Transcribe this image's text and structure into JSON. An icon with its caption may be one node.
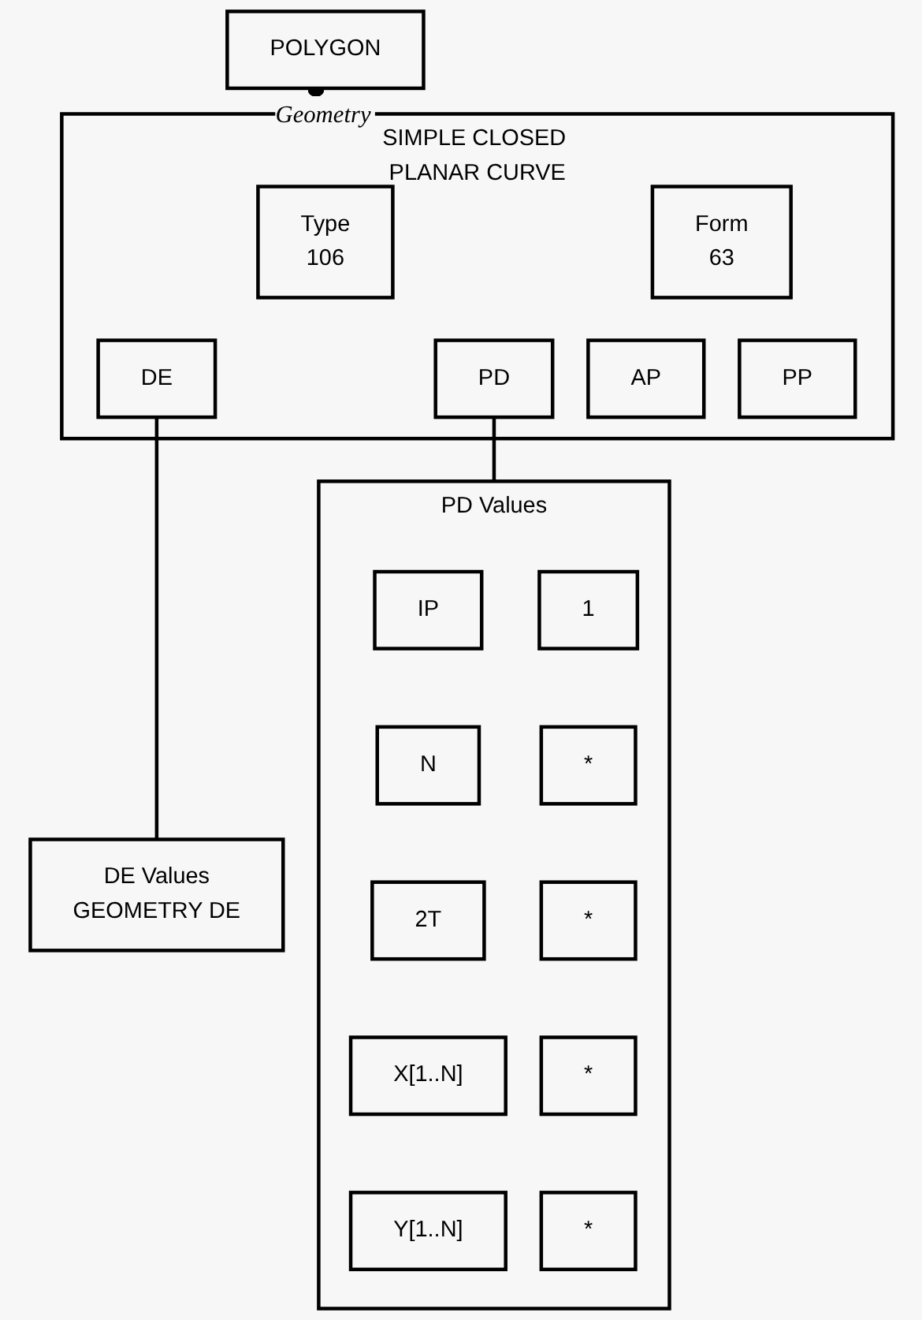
{
  "diagram": {
    "nodes": [
      {
        "text": [
          "POLYGON"
        ]
      },
      {
        "text": [
          "SIMPLE CLOSED PLANAR CURVE"
        ]
      },
      {
        "text": [
          "Type",
          "106"
        ],
        "in": 1
      },
      {
        "text": [
          "Form",
          "63"
        ],
        "in": 1
      },
      {
        "text": [
          "DE"
        ],
        "in": 1
      },
      {
        "text": [
          "PD"
        ],
        "in": 1
      },
      {
        "text": [
          "AP"
        ],
        "in": 1
      },
      {
        "text": [
          "PP"
        ],
        "in": 1
      },
      {
        "text": [
          "DE Values",
          "GEOMETRY DE"
        ]
      },
      {
        "text": [
          "PD Values"
        ]
      },
      {
        "text": [
          "IP"
        ],
        "in": 9
      },
      {
        "text": [
          "1"
        ],
        "in": 9
      },
      {
        "text": [
          "N"
        ],
        "in": 9
      },
      {
        "text": [
          "*"
        ],
        "in": 9
      },
      {
        "text": [
          "2T"
        ],
        "in": 9
      },
      {
        "text": [
          "*"
        ],
        "in": 9
      },
      {
        "text": [
          "X[1..N]"
        ],
        "in": 9
      },
      {
        "text": [
          "*"
        ],
        "in": 9
      },
      {
        "text": [
          "Y[1..N]"
        ],
        "in": 9
      },
      {
        "text": [
          "*"
        ],
        "in": 9
      }
    ],
    "edges": [
      {
        "from": 0,
        "to": 1,
        "arrow": "other",
        "label": "Geometry"
      },
      {
        "from": 4,
        "to": 8,
        "arrow": "none"
      },
      {
        "from": 5,
        "to": 9,
        "arrow": "none"
      }
    ]
  }
}
